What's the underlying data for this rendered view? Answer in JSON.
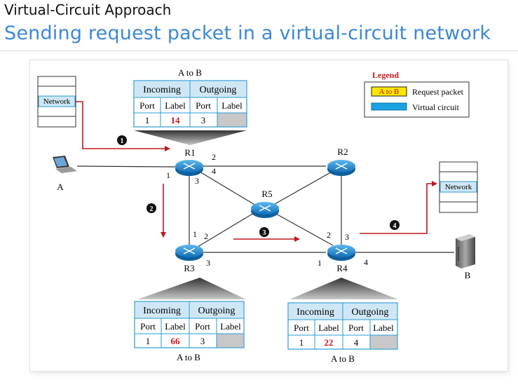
{
  "slide": {
    "title": "Virtual-Circuit Approach",
    "subtitle": "Sending request packet in a virtual-circuit network"
  },
  "legend": {
    "title": "Legend",
    "request_chip": "A to B",
    "request_label": "Request packet",
    "circuit_label": "Virtual circuit"
  },
  "nodes": {
    "A": "A",
    "B": "B",
    "R1": "R1",
    "R2": "R2",
    "R3": "R3",
    "R4": "R4",
    "R5": "R5",
    "network_left": "Network",
    "network_right": "Network"
  },
  "ports": {
    "r1_1": "1",
    "r1_2": "2",
    "r1_3": "3",
    "r1_4": "4",
    "r3_1": "1",
    "r3_2": "2",
    "r3_3": "3",
    "r4_1": "1",
    "r4_2": "2",
    "r4_3": "3",
    "r4_4": "4"
  },
  "steps": [
    "1",
    "2",
    "3",
    "4"
  ],
  "tables": {
    "r1": {
      "caption": "A to B",
      "incoming": "Incoming",
      "outgoing": "Outgoing",
      "cols": [
        "Port",
        "Label",
        "Port",
        "Label"
      ],
      "in_port": "1",
      "in_label": "14",
      "out_port": "3",
      "out_label": ""
    },
    "r3": {
      "caption": "A to B",
      "incoming": "Incoming",
      "outgoing": "Outgoing",
      "cols": [
        "Port",
        "Label",
        "Port",
        "Label"
      ],
      "in_port": "1",
      "in_label": "66",
      "out_port": "3",
      "out_label": ""
    },
    "r4": {
      "caption": "A to B",
      "incoming": "Incoming",
      "outgoing": "Outgoing",
      "cols": [
        "Port",
        "Label",
        "Port",
        "Label"
      ],
      "in_port": "1",
      "in_label": "22",
      "out_port": "4",
      "out_label": ""
    }
  },
  "colors": {
    "title_blue": "#3b88d8",
    "table_header": "#cfe7f5",
    "table_border": "#2a9bd4",
    "label_red": "#c7161d",
    "arrow_red": "#c0161d",
    "legend_chip": "#ffe600",
    "circuit_blue": "#1aa3e0",
    "router_blue": "#1f8fd8"
  }
}
